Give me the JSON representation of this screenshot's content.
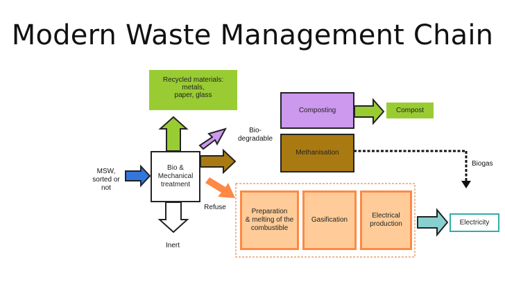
{
  "title": "Modern Waste Management Chain",
  "nodes": {
    "recycled": "Recycled materials:\nmetals,\npaper, glass",
    "bio_mech": "Bio &\nMechanical\ntreatment",
    "composting": "Composting",
    "compost": "Compost",
    "methanisation": "Methanisation",
    "preparation": "Preparation\n& melting of the\ncombustible",
    "gasification": "Gasification",
    "electrical": "Electrical\nproduction",
    "electricity": "Electricity"
  },
  "labels": {
    "msw": "MSW,\nsorted or\nnot",
    "biodegradable": "Bio-\ndegradable",
    "refuse": "Refuse",
    "inert": "Inert",
    "biogas": "Biogas"
  },
  "colors": {
    "green": "#99cc33",
    "purple": "#cc99ee",
    "brown": "#aa7a12",
    "orange": "#ff8844",
    "peach": "#ffcc99",
    "teal": "#88d0d0",
    "blue": "#3377dd",
    "white_box": "#ffffff"
  }
}
